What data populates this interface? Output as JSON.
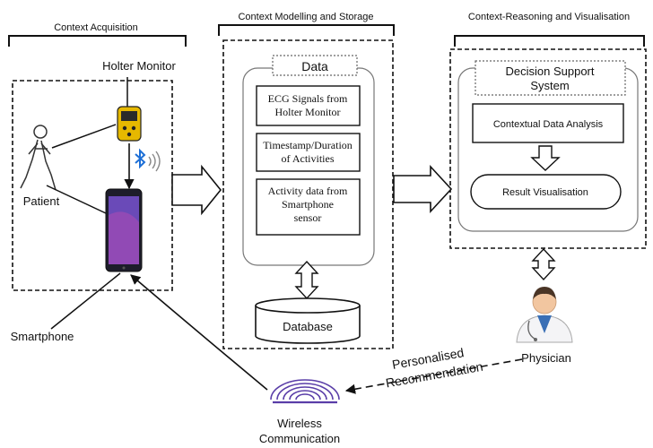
{
  "sections": {
    "acquisition": "Context Acquisition",
    "modelling": "Context Modelling and Storage",
    "reasoning": "Context-Reasoning and Visualisation"
  },
  "acquisition": {
    "holter_label": "Holter Monitor",
    "patient_label": "Patient",
    "smartphone_label": "Smartphone"
  },
  "storage": {
    "data_title": "Data",
    "items": [
      [
        "ECG Signals from",
        "Holter Monitor"
      ],
      [
        "Timestamp/Duration",
        "of Activities"
      ],
      [
        "Activity data from",
        "Smartphone",
        "sensor"
      ]
    ],
    "database_label": "Database"
  },
  "reasoning": {
    "dss_title": [
      "Decision Support",
      "System"
    ],
    "analysis_label": "Contextual Data Analysis",
    "result_label": "Result Visualisation",
    "physician_label": "Physician"
  },
  "feedback": {
    "recommendation": [
      "Personalised",
      "Recommendation"
    ],
    "wireless": [
      "Wireless",
      "Communication"
    ]
  },
  "colors": {
    "line": "#111111",
    "phone_screen": "#6a4ab8",
    "holter_body": "#e6b800",
    "bluetooth": "#1d6fd6",
    "wireless": "#5a3ea8"
  }
}
